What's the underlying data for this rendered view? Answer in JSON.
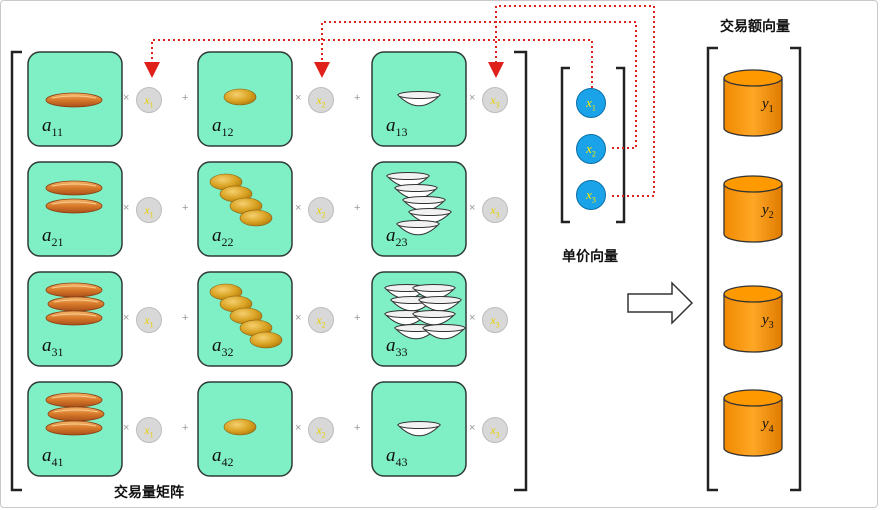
{
  "cells": [
    {
      "label": "a",
      "sub": "11",
      "item": "bread",
      "count": 1
    },
    {
      "label": "a",
      "sub": "12",
      "item": "egg",
      "count": 1
    },
    {
      "label": "a",
      "sub": "13",
      "item": "bowl",
      "count": 1
    },
    {
      "label": "a",
      "sub": "21",
      "item": "bread",
      "count": 2
    },
    {
      "label": "a",
      "sub": "22",
      "item": "egg",
      "count": 4
    },
    {
      "label": "a",
      "sub": "23",
      "item": "bowl",
      "count": 5
    },
    {
      "label": "a",
      "sub": "31",
      "item": "bread",
      "count": 3
    },
    {
      "label": "a",
      "sub": "32",
      "item": "egg",
      "count": 5
    },
    {
      "label": "a",
      "sub": "33",
      "item": "bowl",
      "count": 8
    },
    {
      "label": "a",
      "sub": "41",
      "item": "bread",
      "count": 3
    },
    {
      "label": "a",
      "sub": "42",
      "item": "egg",
      "count": 1
    },
    {
      "label": "a",
      "sub": "43",
      "item": "bowl",
      "count": 1
    }
  ],
  "coef": [
    {
      "label": "x",
      "sub": "1"
    },
    {
      "label": "x",
      "sub": "2"
    },
    {
      "label": "x",
      "sub": "3"
    }
  ],
  "operators": {
    "times": "×",
    "plus": "+"
  },
  "price_vector": [
    {
      "label": "x",
      "sub": "1"
    },
    {
      "label": "x",
      "sub": "2"
    },
    {
      "label": "x",
      "sub": "3"
    }
  ],
  "amount_vector": [
    {
      "label": "y",
      "sub": "1"
    },
    {
      "label": "y",
      "sub": "2"
    },
    {
      "label": "y",
      "sub": "3"
    },
    {
      "label": "y",
      "sub": "4"
    }
  ],
  "labels": {
    "matrix": "交易量矩阵",
    "price_vector": "单价向量",
    "amount_vector": "交易额向量"
  },
  "colors": {
    "cell_fill": "#7ff0c6",
    "cell_border": "#2f3b36",
    "cylinder": "#ff9900",
    "price_circle": "#1aa3e8",
    "arrow_dotted": "#e0201b"
  }
}
